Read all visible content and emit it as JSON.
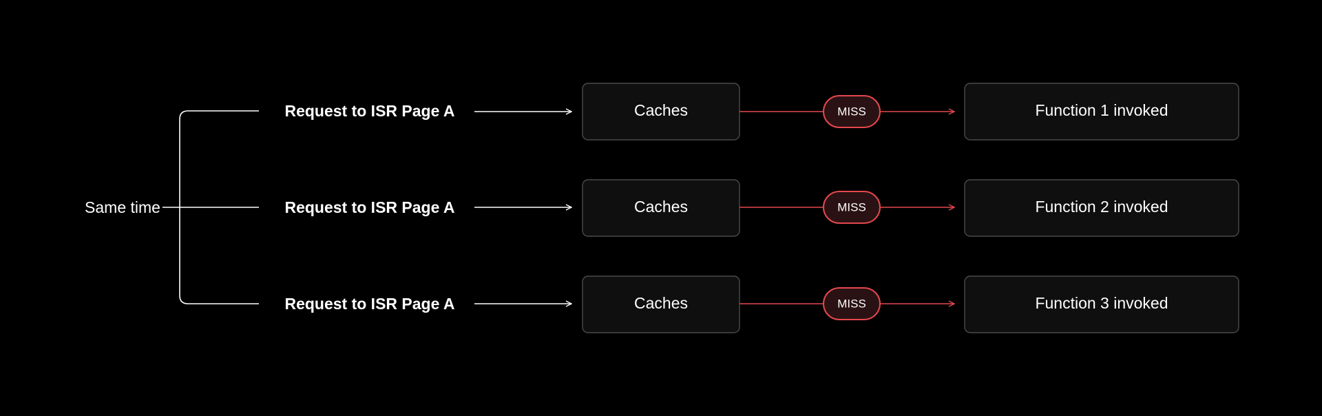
{
  "diagram": {
    "source_label": "Same time",
    "rows": [
      {
        "request": "Request to ISR Page A",
        "cache": "Caches",
        "status": "MISS",
        "result": "Function 1 invoked"
      },
      {
        "request": "Request to ISR Page A",
        "cache": "Caches",
        "status": "MISS",
        "result": "Function 2 invoked"
      },
      {
        "request": "Request to ISR Page A",
        "cache": "Caches",
        "status": "MISS",
        "result": "Function 3 invoked"
      }
    ],
    "colors": {
      "background": "#000000",
      "text": "#ffffff",
      "line": "#ffffff",
      "box_fill": "#0f0f10",
      "box_stroke": "#4a4a4a",
      "miss_stroke": "#e5484d",
      "miss_fill": "#2a1214",
      "miss_line": "#e5484d"
    }
  }
}
